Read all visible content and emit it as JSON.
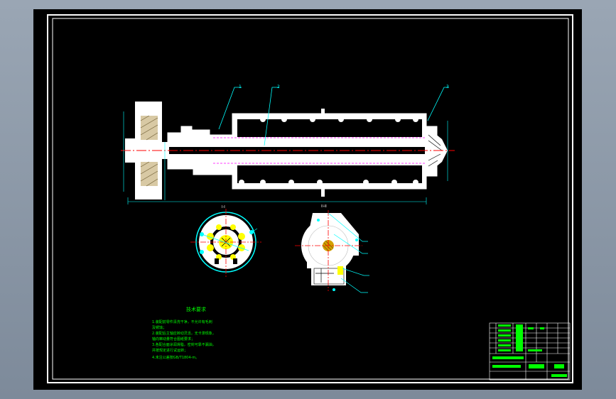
{
  "drawing": {
    "colors": {
      "background": "#000000",
      "part": "#ffffff",
      "callout": "#00ffff",
      "centerline": "#ff0000",
      "hidden_line": "#ff00ff",
      "text": "#00ff00",
      "hatch": "#ffff00",
      "frame": "#ffffff"
    },
    "balloons": [
      "1",
      "2",
      "3"
    ],
    "section_labels": [
      "I-I",
      "II-II"
    ],
    "notes": {
      "title": "技术要求",
      "lines": [
        "1.装配前零件清洗干净，不允许有毛刺",
        "  及锈蚀；",
        "2.装配后主轴应转动灵活，无卡滞现象，",
        "  轴向窜动量符合图纸要求；",
        "3.各配合面涂润滑脂，密封可靠不漏油，",
        "  并按规定进行试运转；",
        "4.未注公差按GB/T1804-m。"
      ]
    }
  }
}
